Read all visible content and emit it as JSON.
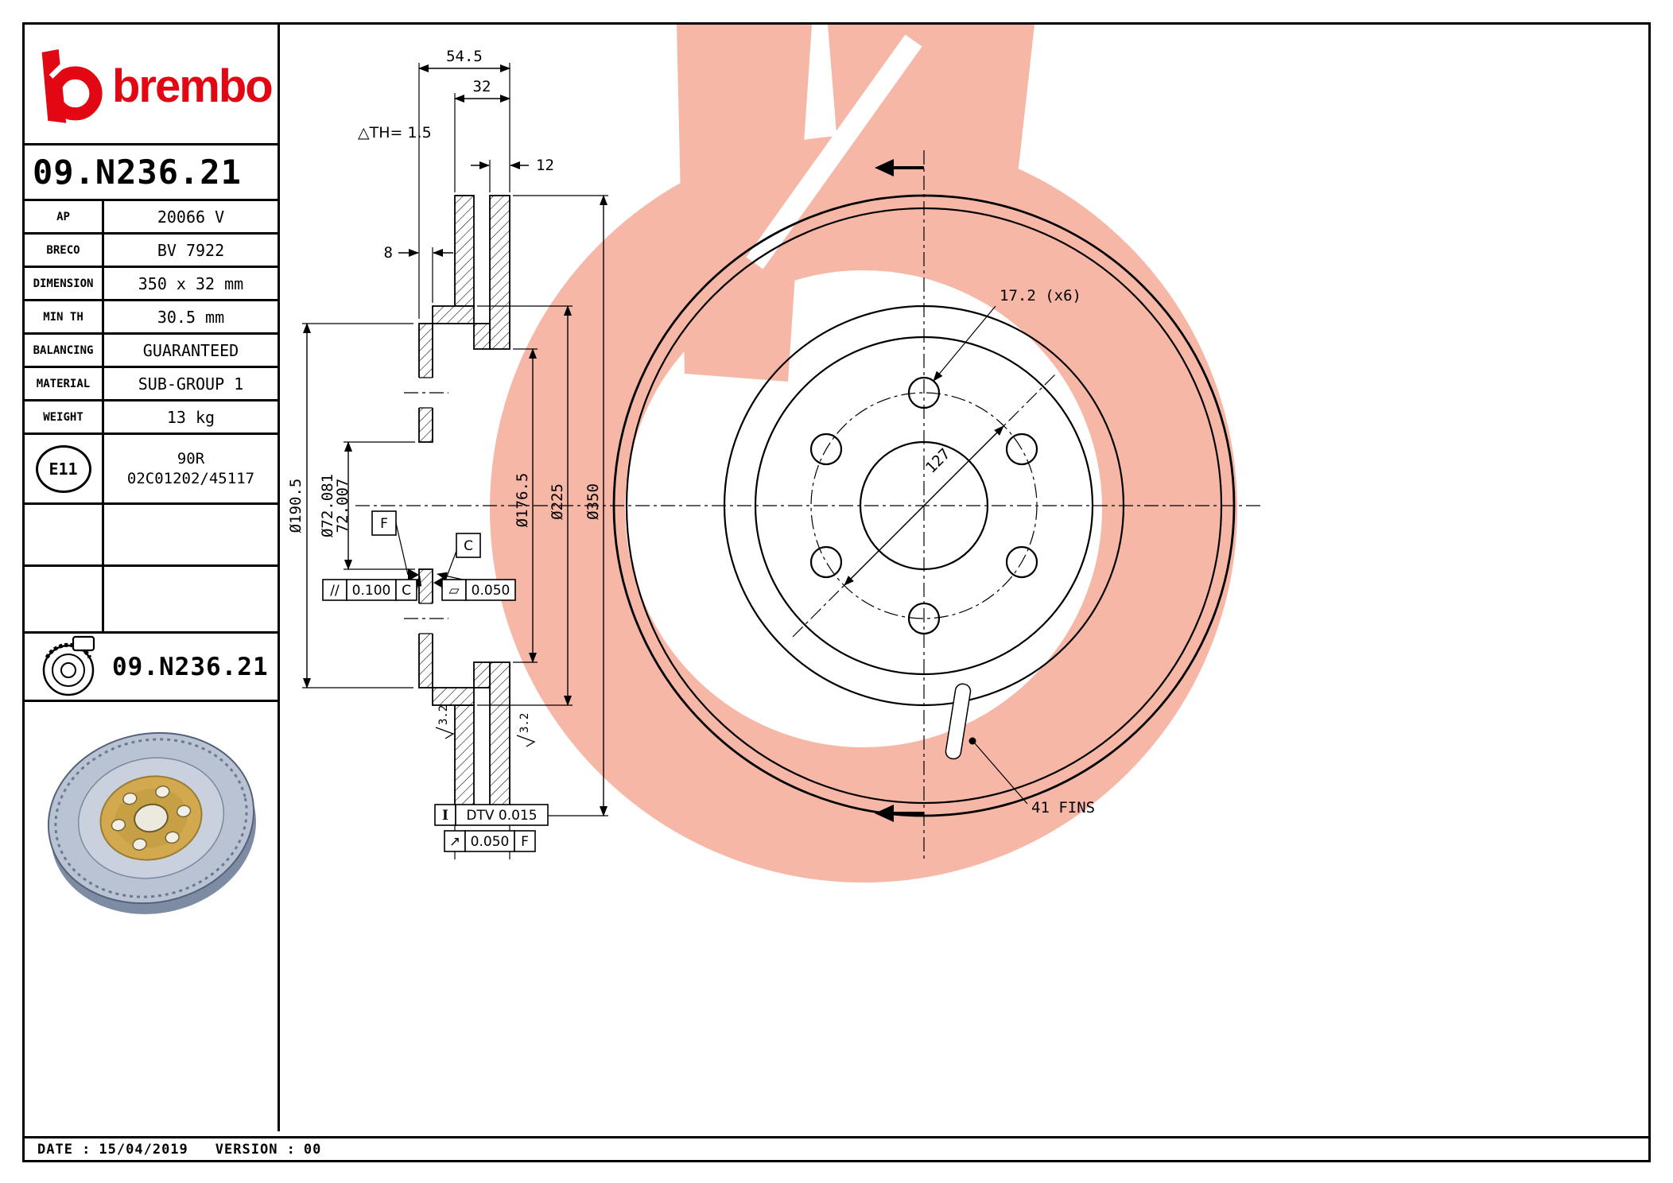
{
  "brand": {
    "wordmark": "brembo"
  },
  "header": {
    "part_number": "09.N236.21"
  },
  "spec": {
    "rows": [
      {
        "label": "AP",
        "value": "20066 V"
      },
      {
        "label": "BRECO",
        "value": "BV 7922"
      },
      {
        "label": "DIMENSION",
        "value": "350 x 32 mm"
      },
      {
        "label": "MIN TH",
        "value": "30.5 mm"
      },
      {
        "label": "BALANCING",
        "value": "GUARANTEED"
      },
      {
        "label": "MATERIAL",
        "value": "SUB-GROUP 1"
      },
      {
        "label": "WEIGHT",
        "value": "13 kg"
      }
    ],
    "homologation": {
      "badge": "E11",
      "line1": "90R",
      "line2": "02C01202/45117"
    }
  },
  "stamp": {
    "part_number": "09.N236.21"
  },
  "section": {
    "overall_width": "54.5",
    "thickness": "32",
    "th_note": "△TH= 1.5",
    "plate_thickness": "12",
    "flange_thickness": "8",
    "hat_od": "Ø190.5",
    "bore_max": "Ø72.081",
    "bore_min": "72.007",
    "inner_dia": "Ø176.5",
    "contact_dia": "Ø225",
    "outer_dia": "Ø350",
    "roughness_a": "3.2",
    "roughness_b": "3.2",
    "datum_f": "F",
    "datum_c": "C",
    "parallelism_symbol": "//",
    "parallelism_value": "0.100",
    "parallelism_datum": "C",
    "flatness_symbol": "▱",
    "flatness_value": "0.050",
    "dtv_symbol": "I",
    "dtv_value": "DTV 0.015",
    "runout_symbol": "↗",
    "runout_value": "0.050",
    "runout_datum": "F"
  },
  "front": {
    "bolt_holes": "17.2 (x6)",
    "bolt_circle": "127",
    "fins": "41 FINS"
  },
  "footer": {
    "date_label": "DATE :",
    "date": "15/04/2019",
    "version_label": "VERSION :",
    "version": "00"
  },
  "colors": {
    "brembo_red": "#e30613",
    "watermark": "#f6b7a6",
    "disc_body": "#b9c3d4",
    "disc_hub": "#d2a94f"
  }
}
